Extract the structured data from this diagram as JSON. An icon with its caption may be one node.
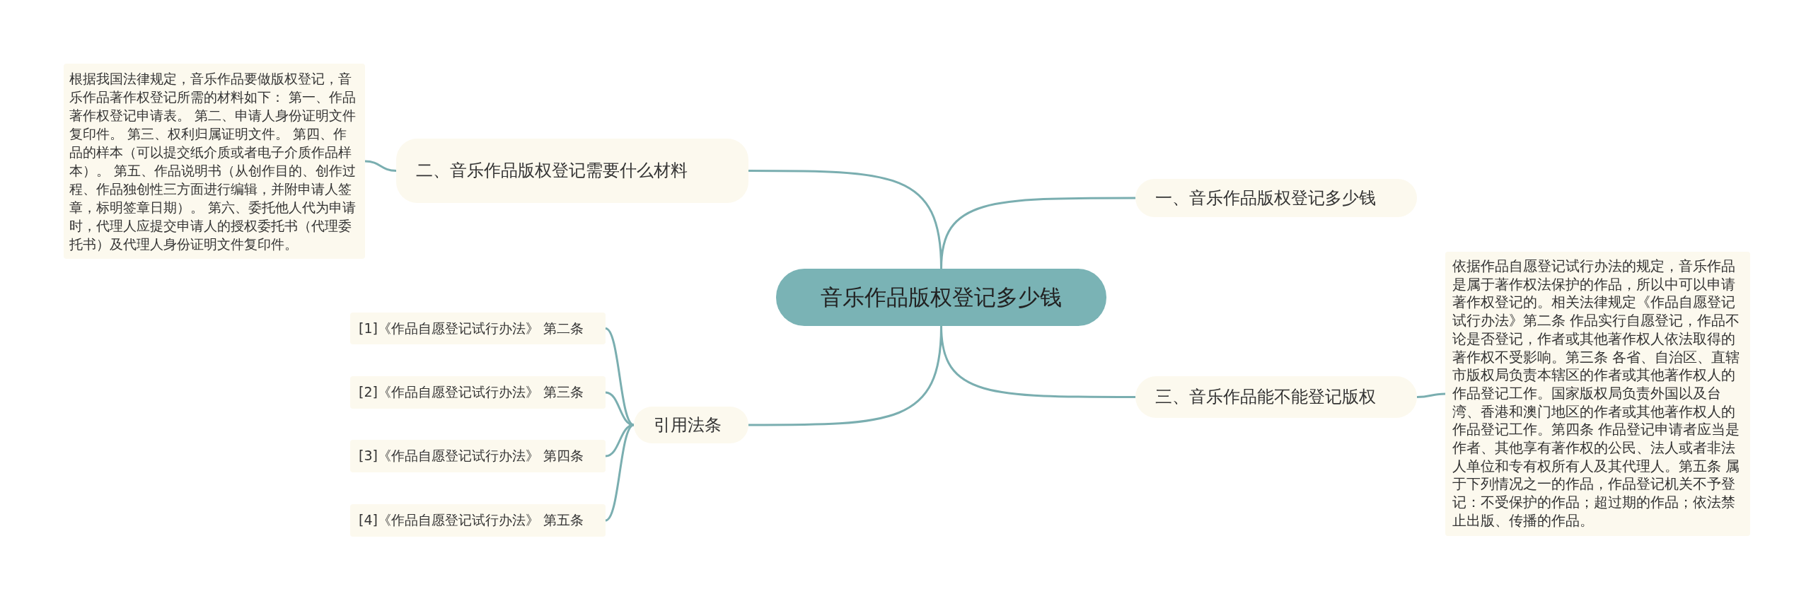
{
  "diagram": {
    "nodes": [
      {
        "text": [
          "音乐作品版权登记多少钱"
        ]
      },
      {
        "text": [
          "二、音乐作品版权登记需要什么材料"
        ]
      },
      {
        "text": [
          "根据我国法律规定，音乐作品要做版权登记，音乐作品著作权登记所需的材料如下： 第一、作品著作权登记申请表。 第二、申请人身份证明文件复印件。 第三、权利归属证明文件。 第四、作品的样本（可以提交纸介质或者电子介质作品样本）。 第五、作品说明书（从创作目的、创作过程、作品独创性三方面进行编辑，并附申请人签章，标明签章日期）。 第六、委托他人代为申请时，代理人应提交申请人的授权委托书（代理委托书）及代理人身份证明文件复印件。"
        ]
      },
      {
        "text": [
          "一、音乐作品版权登记多少钱"
        ]
      },
      {
        "text": [
          "三、音乐作品能不能登记版权"
        ]
      },
      {
        "text": [
          "依据作品自愿登记试行办法的规定，音乐作品是属于著作权法保护的作品，所以中可以申请著作权登记的。相关法律规定《作品自愿登记试行办法》第二条 作品实行自愿登记，作品不论是否登记，作者或其他著作权人依法取得的著作权不受影响。第三条 各省、自治区、直辖市版权局负责本辖区的作者或其他著作权人的作品登记工作。国家版权局负责外国以及台湾、香港和澳门地区的作者或其他著作权人的作品登记工作。第四条 作品登记申请者应当是作者、其他享有著作权的公民、法人或者非法人单位和专有权所有人及其代理人。第五条 属于下列情况之一的作品，作品登记机关不予登记：不受保护的作品；超过期的作品；依法禁止出版、传播的作品。"
        ]
      },
      {
        "text": [
          "引用法条"
        ]
      },
      {
        "text": [
          "[1]《作品自愿登记试行办法》 第二条"
        ]
      },
      {
        "text": [
          "[2]《作品自愿登记试行办法》 第三条"
        ]
      },
      {
        "text": [
          "[3]《作品自愿登记试行办法》 第四条"
        ]
      },
      {
        "text": [
          "[4]《作品自愿登记试行办法》 第五条"
        ]
      }
    ],
    "edges": [
      {
        "from": 0,
        "to": 1,
        "arrow": "none"
      },
      {
        "from": 1,
        "to": 2,
        "arrow": "none"
      },
      {
        "from": 0,
        "to": 3,
        "arrow": "none"
      },
      {
        "from": 0,
        "to": 4,
        "arrow": "none"
      },
      {
        "from": 4,
        "to": 5,
        "arrow": "none"
      },
      {
        "from": 0,
        "to": 6,
        "arrow": "none"
      },
      {
        "from": 6,
        "to": 7,
        "arrow": "none"
      },
      {
        "from": 6,
        "to": 8,
        "arrow": "none"
      },
      {
        "from": 6,
        "to": 9,
        "arrow": "none"
      },
      {
        "from": 6,
        "to": 10,
        "arrow": "none"
      }
    ]
  }
}
